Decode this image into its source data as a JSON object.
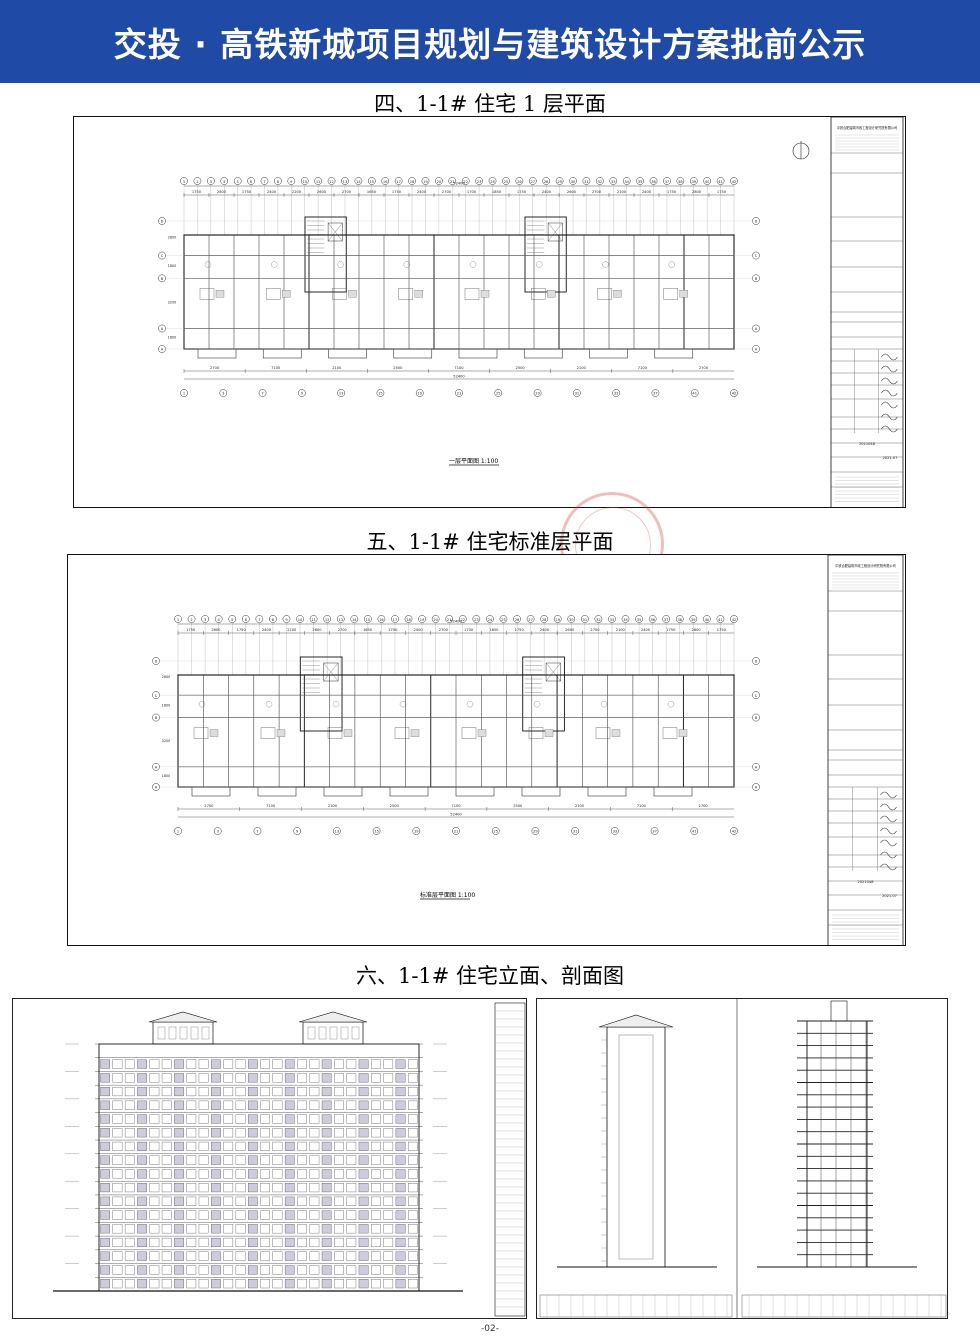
{
  "banner": {
    "title": "交投 · 高铁新城项目规划与建筑设计方案批前公示",
    "background_color": "#1f4aa6",
    "text_color": "#ffffff"
  },
  "sections": [
    {
      "title": "四、1-1# 住宅 1 层平面",
      "drawing_caption": "一层平面图 1:100"
    },
    {
      "title": "五、1-1# 住宅标准层平面",
      "drawing_caption": "标准层平面图 1:100"
    },
    {
      "title": "六、1-1# 住宅立面、剖面图"
    }
  ],
  "plan_dimensions": {
    "top_spans": [
      "1750",
      "2800",
      "1750",
      "2400",
      "2200",
      "2600",
      "2700",
      "1650",
      "1750",
      "2400",
      "2700",
      "1700",
      "1850",
      "1750",
      "2400",
      "2600",
      "2700",
      "2100",
      "2400",
      "1750",
      "2800",
      "1750"
    ],
    "bottom_spans": [
      "2700",
      "7100",
      "2100",
      "2500",
      "7100",
      "2500",
      "2100",
      "7100",
      "2700"
    ],
    "left_spans": [
      "2800",
      "1800",
      "3200",
      "1800"
    ],
    "row_axes": [
      "D",
      "C",
      "B",
      "A",
      "A"
    ],
    "top_axes": [
      "1",
      "2",
      "3",
      "4",
      "5",
      "6",
      "7",
      "8",
      "9",
      "10",
      "11",
      "12",
      "13",
      "14",
      "15",
      "16",
      "17",
      "18",
      "19",
      "20",
      "21",
      "22",
      "23",
      "24",
      "25",
      "26",
      "27",
      "28",
      "29",
      "30",
      "31",
      "32",
      "33",
      "34",
      "35",
      "36",
      "37",
      "38",
      "39",
      "40",
      "41",
      "42"
    ],
    "bottom_axes": [
      "1",
      "3",
      "7",
      "9",
      "13",
      "15",
      "19",
      "21",
      "25",
      "29",
      "31",
      "33",
      "37",
      "41",
      "42"
    ],
    "overall_width": "52400"
  },
  "title_block": {
    "company": "中铁合肥建筑市政工程设计研究院有限公司",
    "dates": [
      "2021.07",
      "2021.07"
    ],
    "sheet_number": "2021048"
  },
  "page": {
    "number": "-02-"
  }
}
